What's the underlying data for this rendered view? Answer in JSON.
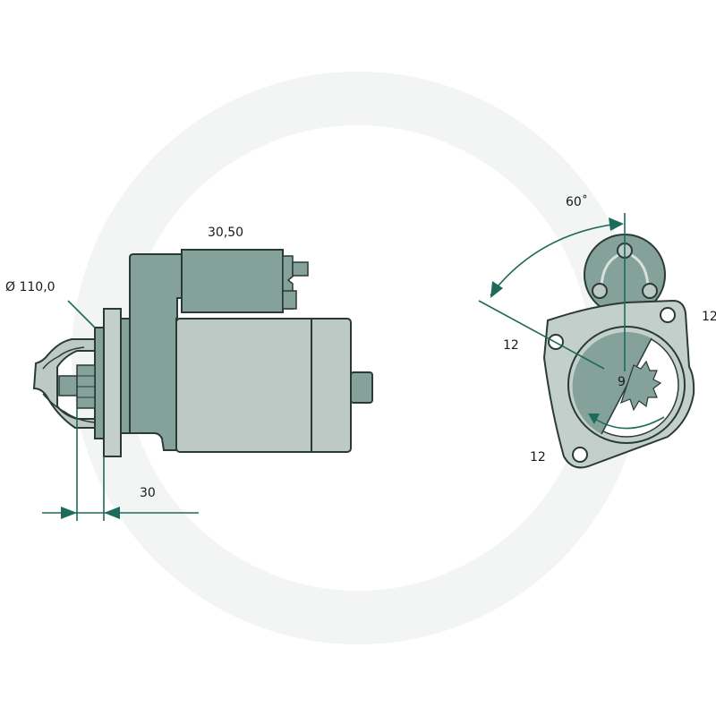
{
  "diagram": {
    "subject": "starter motor dimensional drawing",
    "colors": {
      "background": "#ffffff",
      "body_dark": "#84a29a",
      "body_light": "#bcc9c4",
      "flange": "#c3cfcb",
      "outline": "#2a3a36",
      "dimension": "#1e6b5c",
      "watermark": "#f3f5f4"
    },
    "side_view": {
      "label_diameter": "Ø 110,0",
      "label_top": "30,50",
      "label_offset": "30"
    },
    "front_view": {
      "label_angle": "60˚",
      "label_hole_left": "12",
      "label_hole_right": "12",
      "label_hole_bottom": "12",
      "label_teeth": "9"
    }
  }
}
